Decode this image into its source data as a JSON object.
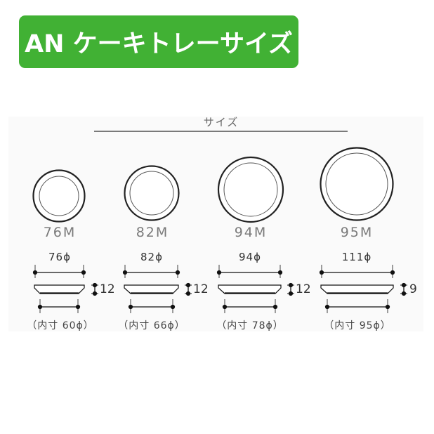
{
  "banner": {
    "title": "AN ケーキトレーサイズ",
    "color": "#41b134"
  },
  "section": {
    "title": "サイズ"
  },
  "trays": [
    {
      "model": "76M",
      "outer_diameter": "76ϕ",
      "height": "12",
      "inner": "（内寸 60ϕ）"
    },
    {
      "model": "82M",
      "outer_diameter": "82ϕ",
      "height": "12",
      "inner": "（内寸 66ϕ）"
    },
    {
      "model": "94M",
      "outer_diameter": "94ϕ",
      "height": "12",
      "inner": "（内寸 78ϕ）"
    },
    {
      "model": "95M",
      "outer_diameter": "111ϕ",
      "height": "9",
      "inner": "（内寸 95ϕ）"
    }
  ]
}
